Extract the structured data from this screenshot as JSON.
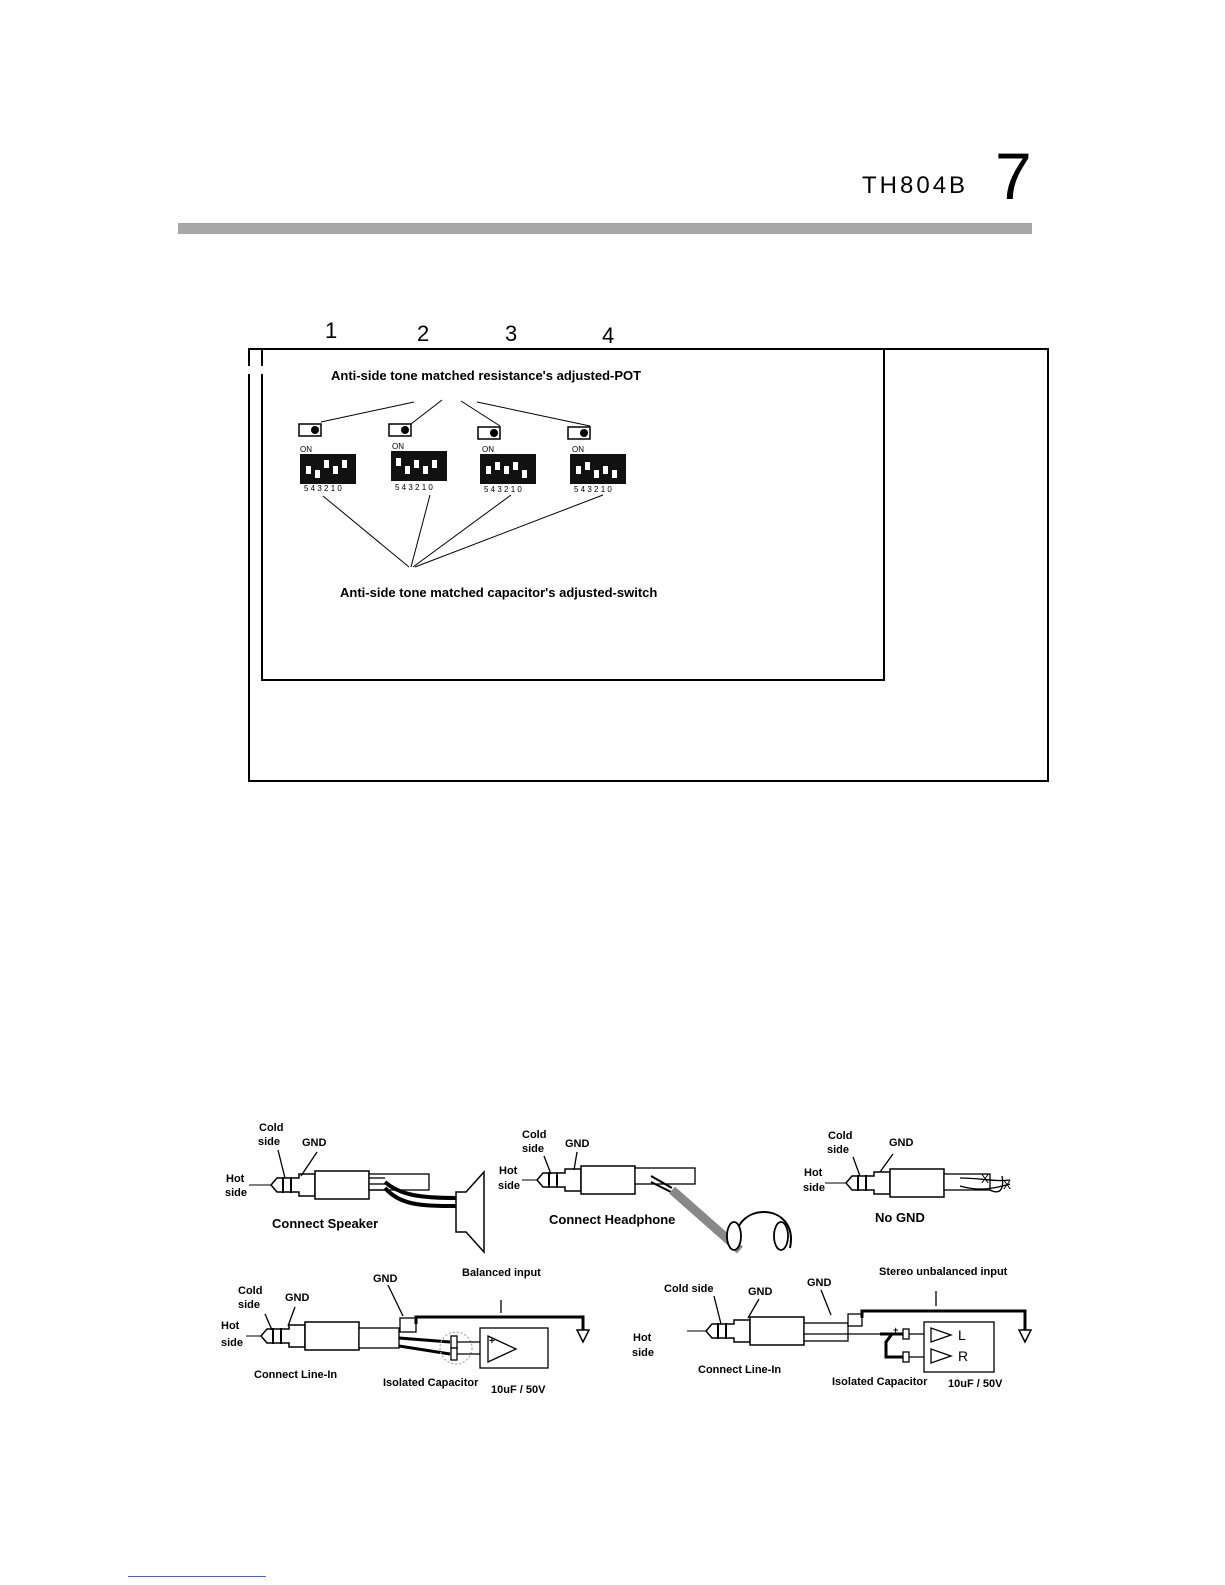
{
  "header": {
    "model": "TH804B",
    "page_number": "7"
  },
  "switch_panel": {
    "position_numbers": [
      "1",
      "2",
      "3",
      "4"
    ],
    "pot_label": "Anti-side tone matched resistance's adjusted-POT",
    "switch_label": "Anti-side tone matched capacitor's adjusted-switch",
    "dip_on_label": "ON",
    "dip_scale": "5 4 3 2 1 0"
  },
  "wiring": {
    "speaker": {
      "cold": "Cold",
      "cold2": "side",
      "gnd": "GND",
      "hot": "Hot",
      "hot2": "side",
      "caption": "Connect Speaker"
    },
    "headphone": {
      "cold": "Cold",
      "cold2": "side",
      "gnd": "GND",
      "hot": "Hot",
      "hot2": "side",
      "caption": "Connect Headphone"
    },
    "no_gnd": {
      "cold": "Cold",
      "cold2": "side",
      "gnd": "GND",
      "hot": "Hot",
      "hot2": "side",
      "caption": "No GND"
    },
    "balanced": {
      "cold": "Cold",
      "cold2": "side",
      "gnd": "GND",
      "gnd2": "GND",
      "hot": "Hot",
      "hot2": "side",
      "title": "Balanced input",
      "caption": "Connect Line-In",
      "cap_label": "Isolated Capacitor",
      "cap_value": "10uF / 50V"
    },
    "stereo": {
      "cold": "Cold side",
      "gnd": "GND",
      "gnd2": "GND",
      "hot": "Hot",
      "hot2": "side",
      "title": "Stereo unbalanced input",
      "caption": "Connect Line-In",
      "cap_label": "Isolated Capacitor",
      "cap_value": "10uF / 50V",
      "left": "L",
      "right": "R"
    }
  }
}
